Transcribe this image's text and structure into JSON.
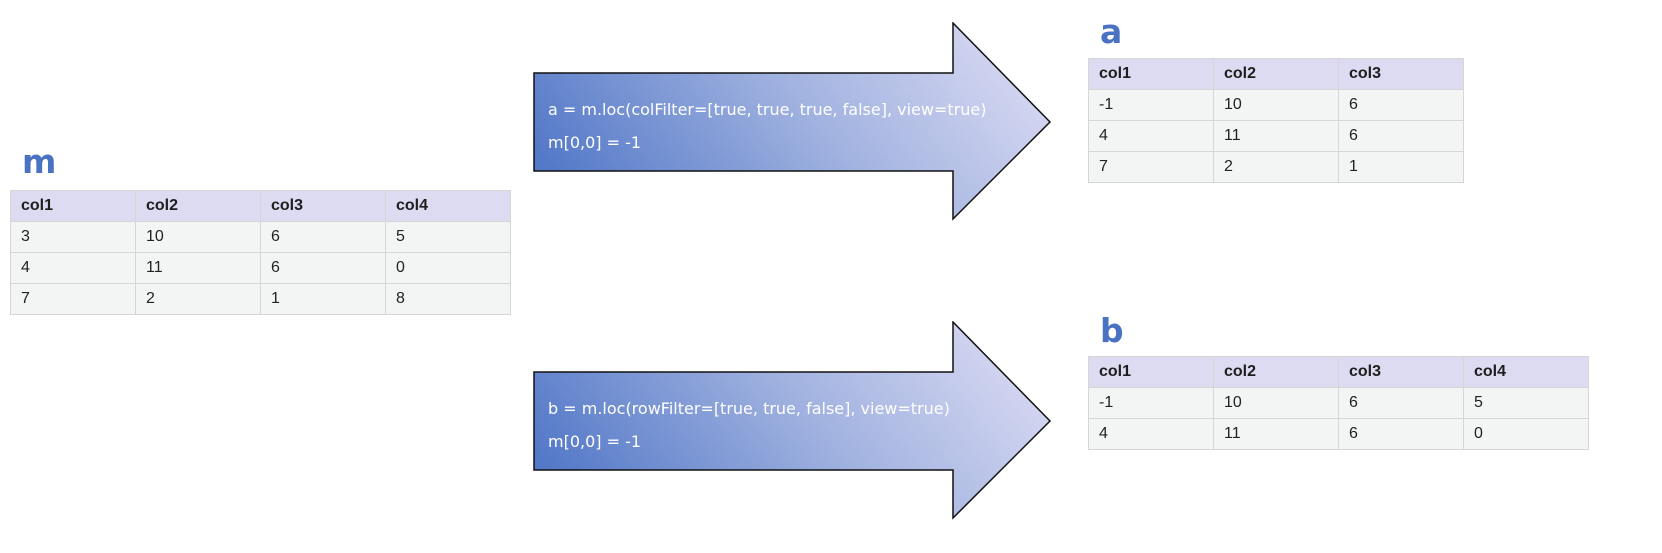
{
  "tables": {
    "m": {
      "label": "m",
      "columns": [
        "col1",
        "col2",
        "col3",
        "col4"
      ],
      "rows": [
        [
          "3",
          "10",
          "6",
          "5"
        ],
        [
          "4",
          "11",
          "6",
          "0"
        ],
        [
          "7",
          "2",
          "1",
          "8"
        ]
      ]
    },
    "a": {
      "label": "a",
      "columns": [
        "col1",
        "col2",
        "col3"
      ],
      "rows": [
        [
          "-1",
          "10",
          "6"
        ],
        [
          "4",
          "11",
          "6"
        ],
        [
          "7",
          "2",
          "1"
        ]
      ]
    },
    "b": {
      "label": "b",
      "columns": [
        "col1",
        "col2",
        "col3",
        "col4"
      ],
      "rows": [
        [
          "-1",
          "10",
          "6",
          "5"
        ],
        [
          "4",
          "11",
          "6",
          "0"
        ]
      ]
    }
  },
  "arrows": {
    "top": {
      "line1": "a = m.loc(colFilter=[true, true, true, false], view=true)",
      "line2": "m[0,0] = -1"
    },
    "bottom": {
      "line1": "b = m.loc(rowFilter=[true, true, false], view=true)",
      "line2": "m[0,0] = -1"
    }
  },
  "colors": {
    "label": "#4a72c2",
    "header_bg": "#dddbf1",
    "cell_bg": "#f3f5f4",
    "arrow_start": "#5479c8",
    "arrow_end": "#d7d8f2"
  }
}
